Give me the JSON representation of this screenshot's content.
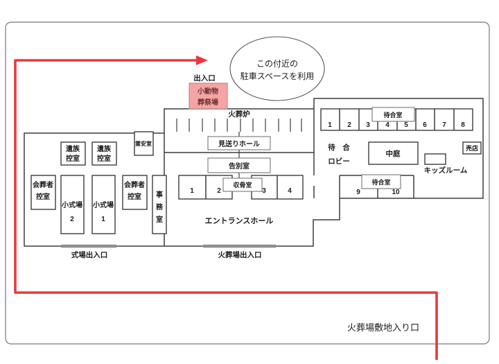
{
  "callout": {
    "line1": "この付近の",
    "line2": "駐車スペースを利用"
  },
  "labels": {
    "entrance_top": "出入口",
    "furnace": "火葬炉",
    "okuri_hall": "見送りホール",
    "farewell_room": "告別室",
    "shukotsu_room": "収骨室",
    "entrance_hall": "エントランスホール",
    "ceremony_exit": "式場出入口",
    "crematory_exit": "火葬場出入口",
    "site_entrance": "火葬場敷地入り口",
    "mortuary": "霊安室",
    "waiting_room": "待合室",
    "lobby_line1": "待　合",
    "lobby_line2": "ロビー",
    "courtyard": "中庭",
    "kids_room": "キッズルーム",
    "shop": "売店"
  },
  "pet_funeral": {
    "line1": "小動物",
    "line2": "葬祭場"
  },
  "office": {
    "chars": [
      "事",
      "務",
      "室"
    ]
  },
  "left_rooms": {
    "izoku": {
      "line1": "遺族",
      "line2": "控室"
    },
    "kaisosha": {
      "line1": "会葬者",
      "line2": "控室"
    },
    "hall2": {
      "line1": "小式場",
      "line2": "2"
    },
    "hall1": {
      "line1": "小式場",
      "line2": "1"
    }
  },
  "numbers": {
    "collect": [
      "1",
      "2",
      "3",
      "4"
    ],
    "wait_top": [
      "1",
      "2",
      "3",
      "4",
      "5",
      "6",
      "7",
      "8"
    ],
    "wait_side": [
      "9",
      "10"
    ]
  },
  "colors": {
    "route_red": "#e8383d",
    "pet_fill": "#f5a4a4",
    "pet_border": "#c98484",
    "wall": "#3c3c3c",
    "door_gray": "#8f8f8f"
  }
}
